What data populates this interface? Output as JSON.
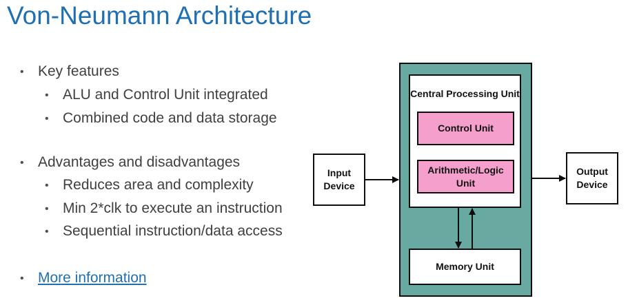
{
  "slide": {
    "title": "Von-Neumann Architecture"
  },
  "bullets": {
    "key_features": "Key features",
    "alu_control": "ALU and Control Unit integrated",
    "combined_storage": "Combined code and data storage",
    "adv_disadv": "Advantages and disadvantages",
    "reduces_area": "Reduces area and complexity",
    "min_clk": "Min 2*clk to execute an instruction",
    "sequential": "Sequential instruction/data access",
    "more_info": "More information"
  },
  "diagram": {
    "cpu_label": "Central Processing Unit",
    "control_unit": "Control Unit",
    "alu": "Arithmetic/Logic Unit",
    "memory_unit": "Memory Unit",
    "input_device_line1": "Input",
    "input_device_line2": "Device",
    "output_device_line1": "Output",
    "output_device_line2": "Device"
  },
  "colors": {
    "title_blue": "#1f6fb3",
    "teal": "#68a9a1",
    "pink": "#f5a0cc"
  }
}
